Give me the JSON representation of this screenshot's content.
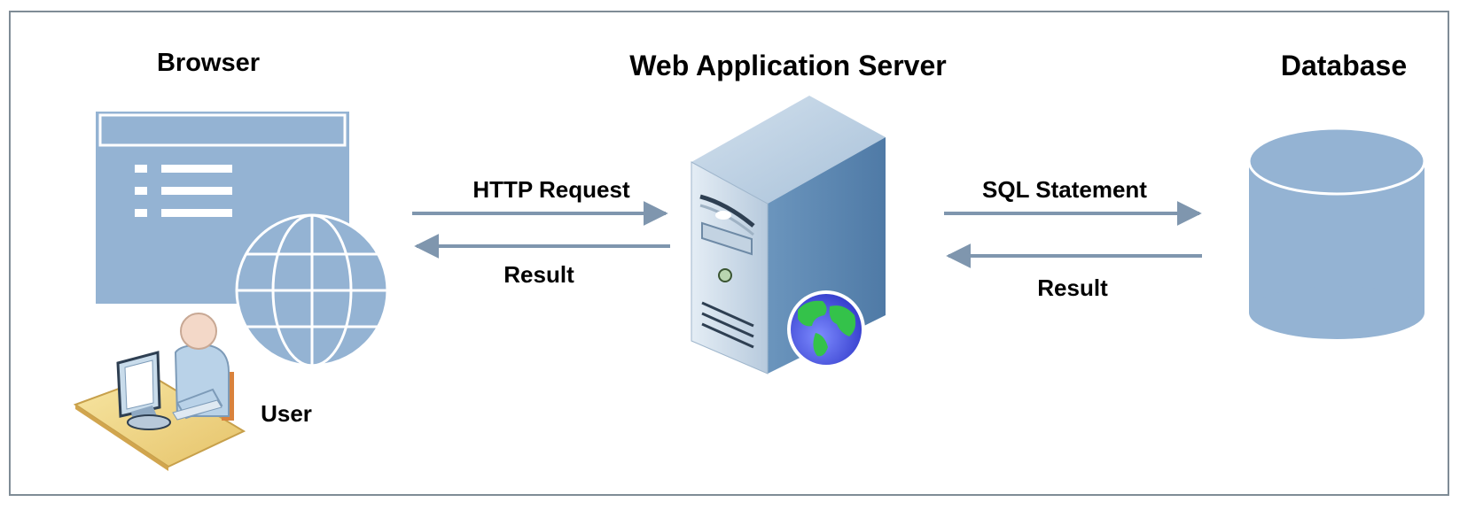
{
  "nodes": {
    "browser": "Browser",
    "server": "Web Application Server",
    "database": "Database",
    "user": "User"
  },
  "edges": {
    "http_request": "HTTP Request",
    "http_result": "Result",
    "sql_statement": "SQL Statement",
    "sql_result": "Result"
  },
  "colors": {
    "panel": "#94b3d3",
    "arrow": "#7f96ae",
    "frame": "#7f8c96"
  }
}
